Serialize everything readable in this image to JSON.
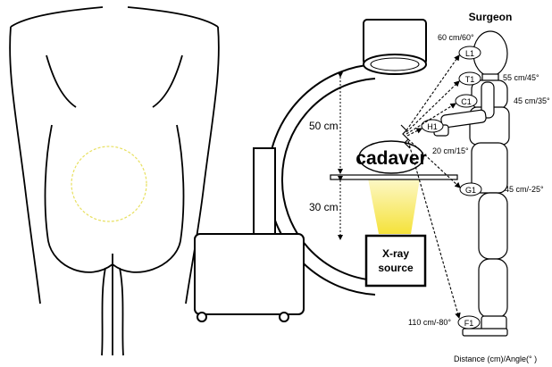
{
  "title": "Surgeon",
  "labels": {
    "cadaver": "cadaver",
    "xray_line1": "X-ray",
    "xray_line2": "source",
    "dist_upper": "50 cm",
    "dist_lower": "30 cm",
    "footer": "Distance (cm)/Angle(°  )"
  },
  "points": {
    "L1": {
      "name": "L1",
      "measure": "60 cm/60°"
    },
    "T1": {
      "name": "T1",
      "measure": "55 cm/45°"
    },
    "C1": {
      "name": "C1",
      "measure": "45 cm/35°"
    },
    "H1": {
      "name": "H1",
      "measure": "20 cm/15°"
    },
    "G1": {
      "name": "G1",
      "measure": "45 cm/-25°"
    },
    "F1": {
      "name": "F1",
      "measure": "110 cm/-80°"
    }
  },
  "colors": {
    "line": "#000000",
    "target_circle": "#e8e060",
    "beam": "#f3e55a",
    "ground_shadow": "#cccccc"
  }
}
